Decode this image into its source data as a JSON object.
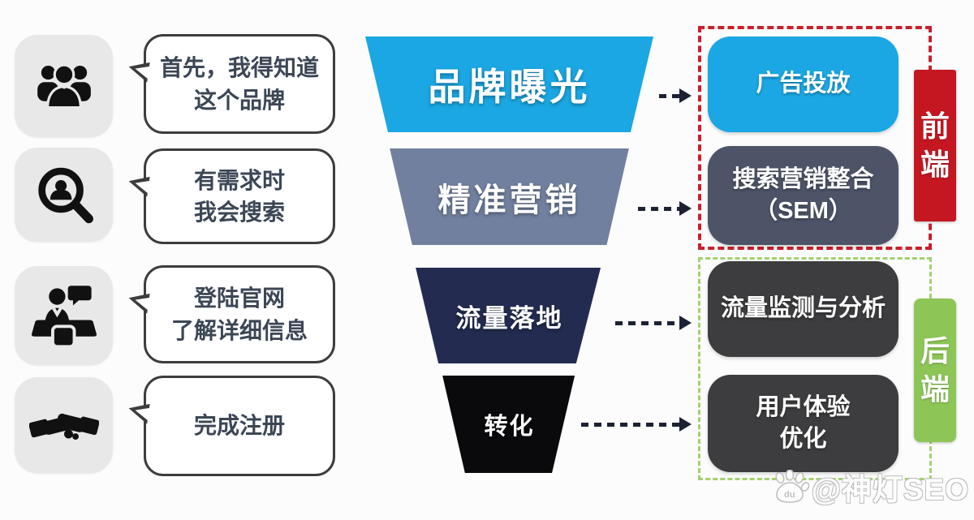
{
  "journey_steps": [
    {
      "icon": "people-group-icon",
      "bubble_lines": [
        "首先，我得知道",
        "这个品牌"
      ]
    },
    {
      "icon": "search-person-icon",
      "bubble_lines": [
        "有需求时",
        "我会搜索"
      ]
    },
    {
      "icon": "visit-website-icon",
      "bubble_lines": [
        "登陆官网",
        "了解详细信息"
      ]
    },
    {
      "icon": "handshake-icon",
      "bubble_lines": [
        "完成注册"
      ]
    }
  ],
  "funnel": {
    "layers": [
      {
        "label": "品牌曝光",
        "color": "#1ba7e3"
      },
      {
        "label": "精准营销",
        "color": "#71809e"
      },
      {
        "label": "流量落地",
        "color": "#232c50"
      },
      {
        "label": "转化",
        "color": "#0a0a0c"
      }
    ]
  },
  "tactics": [
    {
      "lines": [
        "广告投放"
      ],
      "color": "#1ba7e3"
    },
    {
      "lines": [
        "搜索营销整合",
        "（SEM）"
      ],
      "color": "#4e5468"
    },
    {
      "lines": [
        "流量监测与分析"
      ],
      "color": "#3d3d3f"
    },
    {
      "lines": [
        "用户体验",
        "优化"
      ],
      "color": "#3d3d3f"
    }
  ],
  "groups": [
    {
      "label": "前端",
      "banner_color": "#c41722",
      "frame_color": "#c8202c"
    },
    {
      "label": "后端",
      "banner_color": "#8dc657",
      "frame_color": "#a3d170"
    }
  ],
  "watermark": {
    "icon": "baidu-paw-icon",
    "text": "@神灯SEO",
    "paw_text": "du"
  }
}
